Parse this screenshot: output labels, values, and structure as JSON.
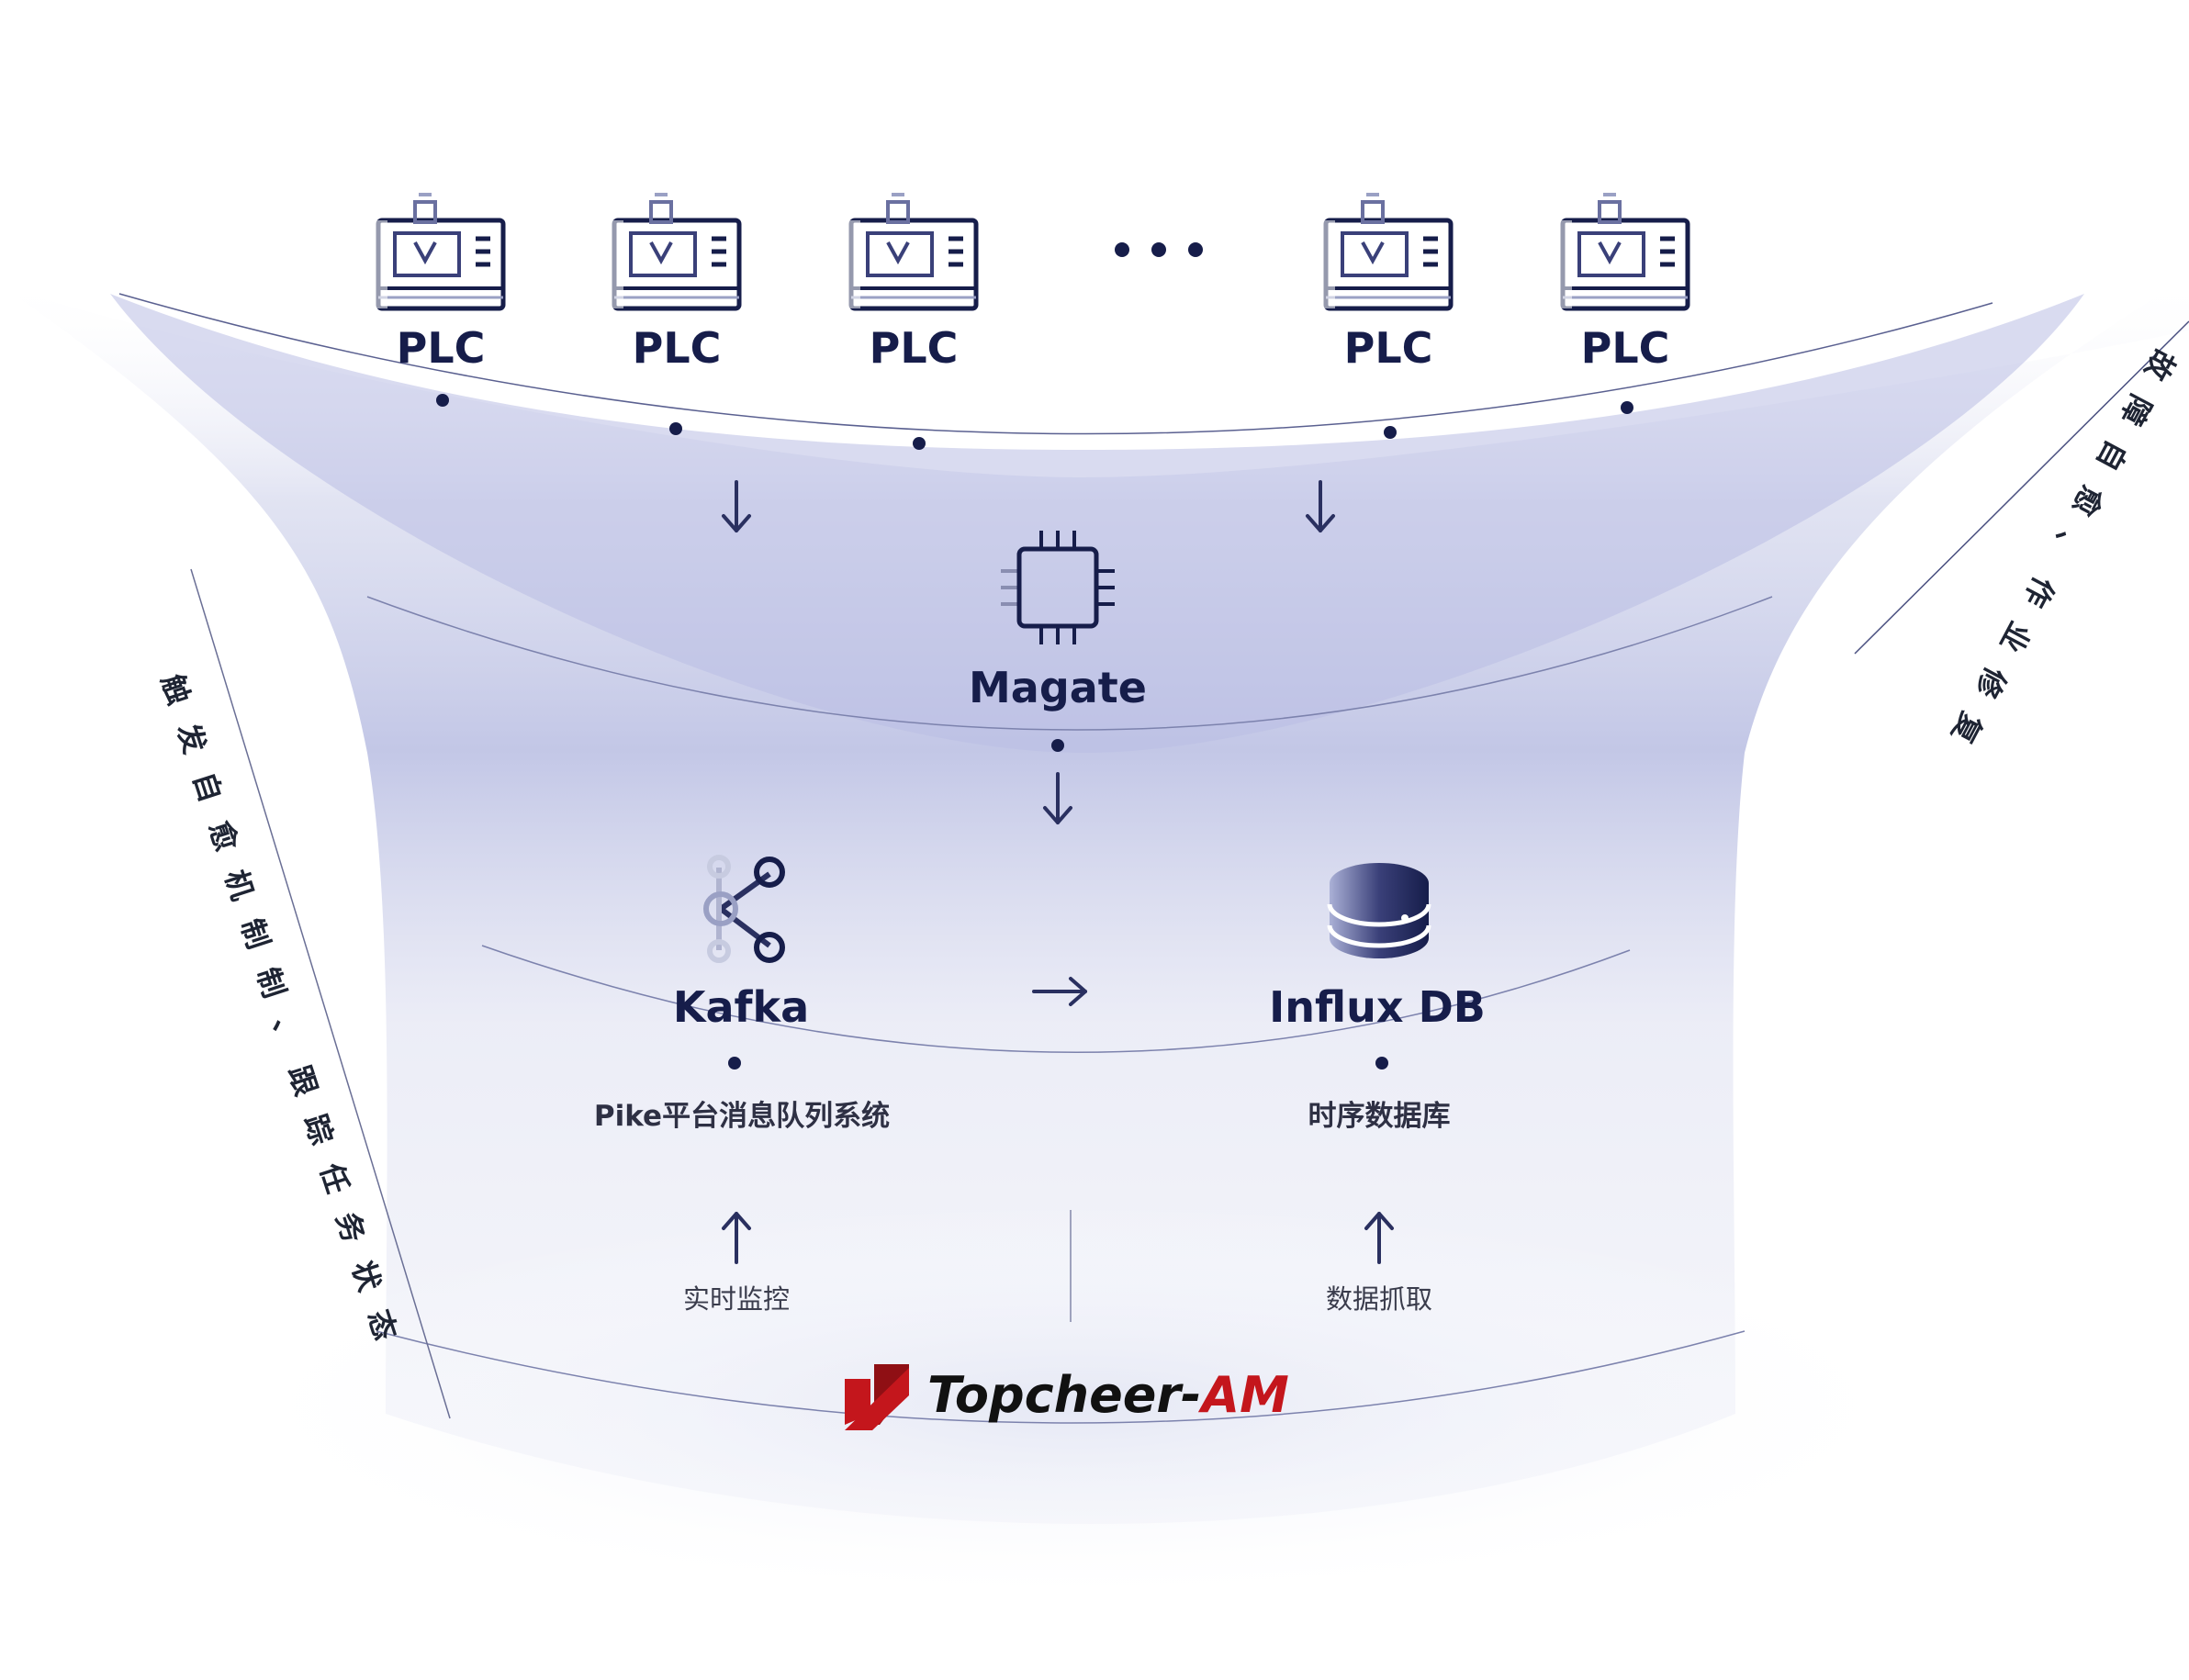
{
  "plc_nodes": [
    {
      "label": "PLC"
    },
    {
      "label": "PLC"
    },
    {
      "label": "PLC"
    },
    {
      "label": "PLC"
    },
    {
      "label": "PLC"
    }
  ],
  "gateway": {
    "label": "Magate",
    "icon": "chip-icon"
  },
  "kafka": {
    "label": "Kafka",
    "caption": "Pike平台消息队列系统",
    "icon": "kafka-icon"
  },
  "influx": {
    "label": "Influx DB",
    "caption": "时序数据库",
    "icon": "database-icon"
  },
  "bottom_labels": {
    "left": "实时监控",
    "right": "数据抓取"
  },
  "side_text": {
    "left": "触发自愈机制制、跟踪任务状态",
    "right": "故障自愈、作业修复"
  },
  "logo": {
    "name": "Topcheer",
    "suffix": "AM",
    "separator": "-"
  },
  "colors": {
    "primary": "#161d4a",
    "accent": "#c4161c",
    "haze": "#c7cbe6"
  }
}
